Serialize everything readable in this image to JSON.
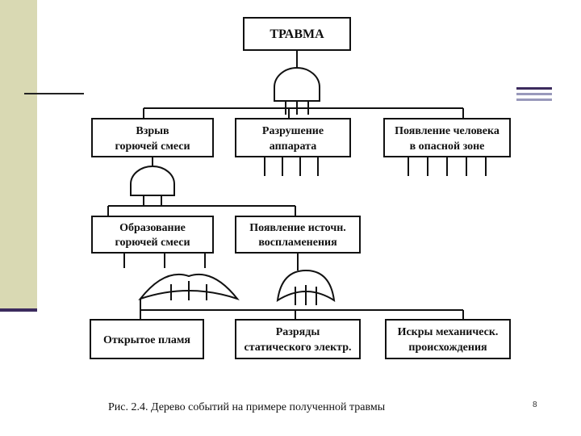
{
  "page_number": "8",
  "diagram": {
    "top_event": "ТРАВМА",
    "level1": {
      "explosion": [
        "Взрыв",
        "горючей  смеси"
      ],
      "apparatus": [
        "Разрушение",
        "аппарата"
      ],
      "person": [
        "Появление человека",
        "в опасной зоне"
      ]
    },
    "level2": {
      "mixture": [
        "Образование",
        "горючей  смеси"
      ],
      "ignition": [
        "Появление источн.",
        "воспламенения"
      ]
    },
    "level3": {
      "flame": [
        "Открытое  пламя"
      ],
      "static": [
        "Разряды",
        "статического электр."
      ],
      "sparks": [
        "Искры механическ.",
        "происхождения"
      ]
    },
    "caption": "Рис. 2.4. Дерево событий на примере полученной травмы"
  },
  "colors": {
    "sidebar": "#d9d9b3",
    "sidebar_edge": "#3c2b5e",
    "deco_bar_1": "#3c2b5e",
    "deco_bar_2": "#9999bb"
  }
}
